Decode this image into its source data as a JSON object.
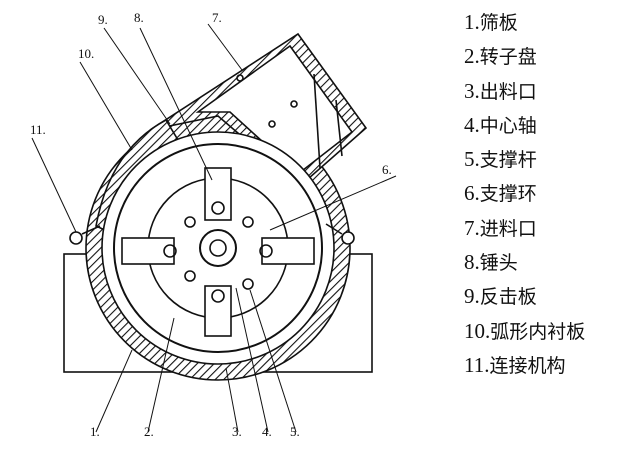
{
  "callouts": [
    {
      "number": "1.",
      "name": "筛板"
    },
    {
      "number": "2.",
      "name": "转子盘"
    },
    {
      "number": "3.",
      "name": "出料口"
    },
    {
      "number": "4.",
      "name": "中心轴"
    },
    {
      "number": "5.",
      "name": "支撑杆"
    },
    {
      "number": "6.",
      "name": "支撑环"
    },
    {
      "number": "7.",
      "name": "进料口"
    },
    {
      "number": "8.",
      "name": "锤头"
    },
    {
      "number": "9.",
      "name": "反击板"
    },
    {
      "number": "10.",
      "name": "弧形内衬板"
    },
    {
      "number": "11.",
      "name": "连接机构"
    }
  ]
}
